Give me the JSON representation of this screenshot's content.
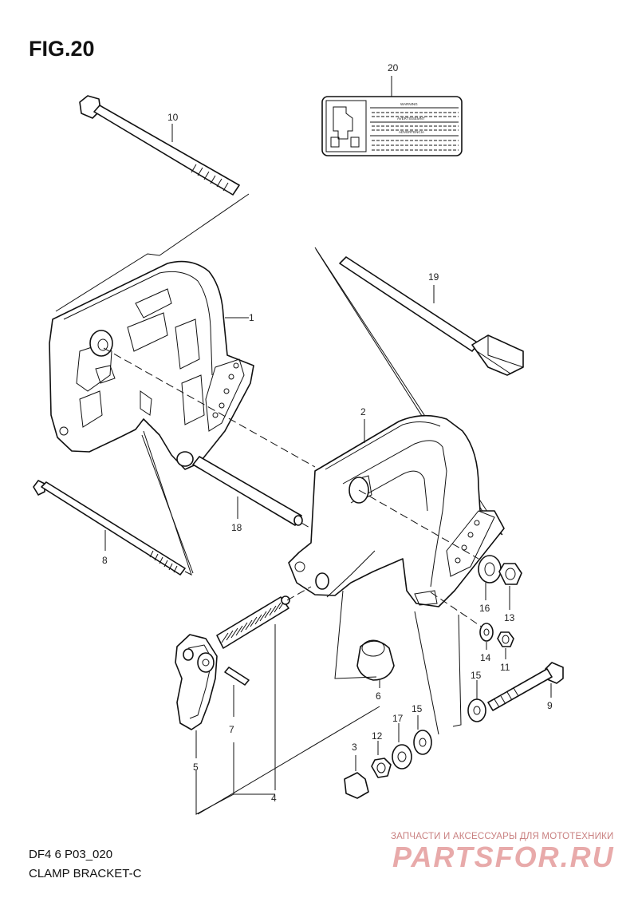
{
  "figure": {
    "title": "FIG.20"
  },
  "callouts": [
    "1",
    "2",
    "3",
    "4",
    "5",
    "6",
    "7",
    "8",
    "9",
    "10",
    "11",
    "12",
    "13",
    "14",
    "15",
    "15",
    "16",
    "17",
    "18",
    "19",
    "20"
  ],
  "label_sticker": {
    "warnings": [
      "WARNING",
      "AVERTISSEMNT",
      "ADVERTENCIA"
    ]
  },
  "footer": {
    "code": "DF4 6 P03_020",
    "name": "CLAMP BRACKET-C"
  },
  "watermark": {
    "tagline": "ЗАПЧАСТИ И АКСЕССУАРЫ ДЛЯ МОТОТЕХНИКИ",
    "brand": "PARTSFOR.RU"
  }
}
